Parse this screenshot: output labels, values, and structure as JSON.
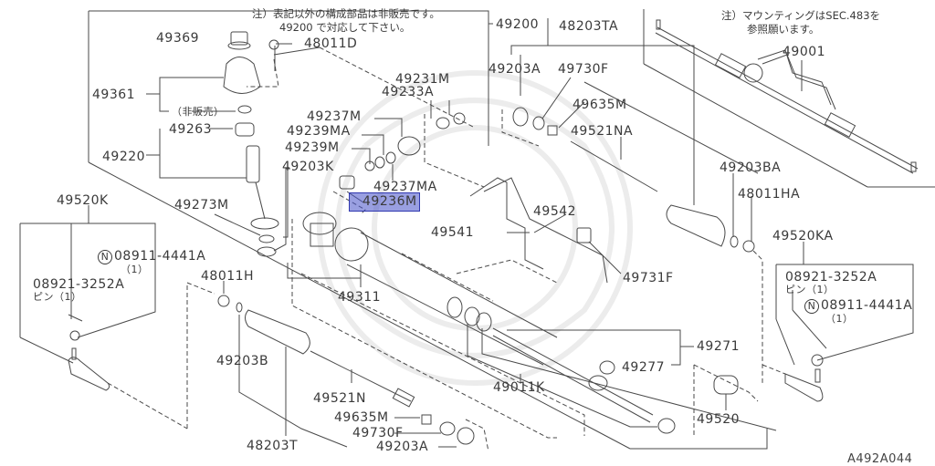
{
  "diagram": {
    "reference_code": "A492A044",
    "notes": {
      "top_note_line1": "注）表記以外の構成部品は非販売です。",
      "top_note_line2": "49200 で対応して下さい。",
      "right_note_line1": "注）マウンティングはSEC.483を",
      "right_note_line2": "参照願います。"
    },
    "highlighted_part": "49236M",
    "parts": {
      "p49369": "49369",
      "p48011D": "48011D",
      "p49361": "49361",
      "p_hihanbai": "（非販売）",
      "p49263": "49263",
      "p49220": "49220",
      "p49200": "49200",
      "p48203TA": "48203TA",
      "p49203A_top": "49203A",
      "p49730F_top": "49730F",
      "p49635M_top": "49635M",
      "p49521NA": "49521NA",
      "p49231M": "49231M",
      "p49233A": "49233A",
      "p49237M": "49237M",
      "p49239MA": "49239MA",
      "p49239M": "49239M",
      "p49203K": "49203K",
      "p49237MA": "49237MA",
      "p49236M": "49236M",
      "p49001": "49001",
      "p49203BA": "49203BA",
      "p48011HA": "48011HA",
      "p49520K": "49520K",
      "p08911_left": "08911-4441A",
      "p08911_left_qty": "（1）",
      "p08921_left": "08921-3252A",
      "p08921_left_pin": "ピン（1）",
      "p49273M": "49273M",
      "p48011H": "48011H",
      "p49541": "49541",
      "p49542": "49542",
      "p49731F": "49731F",
      "p49311": "49311",
      "p49520KA": "49520KA",
      "p08921_right": "08921-3252A",
      "p08921_right_pin": "ピン（1）",
      "p08911_right": "08911-4441A",
      "p08911_right_qty": "（1）",
      "p49271": "49271",
      "p49277": "49277",
      "p49203B": "49203B",
      "p49521N": "49521N",
      "p49011K": "49011K",
      "p49635M_bot": "49635M",
      "p49730F_bot": "49730F",
      "p48203T": "48203T",
      "p49203A_bot": "49203A",
      "p49520": "49520"
    },
    "colors": {
      "line": "#4a4a4a",
      "highlight": "#5a62c8",
      "watermark": "#e8e8e8"
    }
  }
}
